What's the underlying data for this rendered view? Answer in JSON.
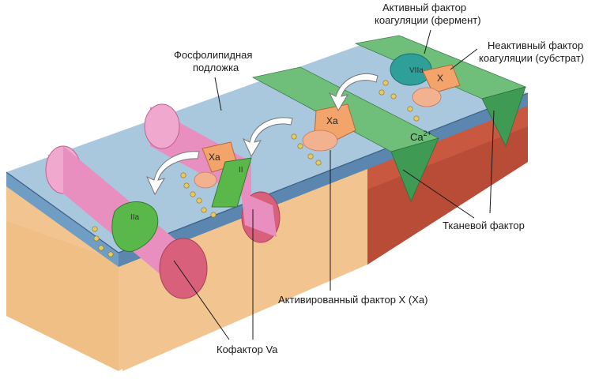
{
  "labels": {
    "phospholipid_line1": "Фосфолипидная",
    "phospholipid_line2": "подложка",
    "active_factor_line1": "Активный фактор",
    "active_factor_line2": "коагуляции (фермент)",
    "inactive_factor_line1": "Неактивный фактор",
    "inactive_factor_line2": "коагуляции (субстрат)",
    "tissue_factor": "Тканевой фактор",
    "activated_factor_x": "Активированный фактор X (Xa)",
    "cofactor_va": "Кофактор Va",
    "calcium": "Ca",
    "calcium_charge": "2+"
  },
  "molecules": {
    "viia": "VIIa",
    "x": "X",
    "xa_mid": "Xa",
    "xa_left": "Xa",
    "ii": "II",
    "iia": "IIa"
  },
  "colors": {
    "membrane_top": "#a9c8de",
    "membrane_front": "#6f9dc4",
    "membrane_side": "#5a86b0",
    "base_front": "#f2c48f",
    "base_side": "#d9a56a",
    "base_bottom_side": "#c8583f",
    "tissue_factor": "#6fbf7a",
    "tissue_factor_dark": "#3f9a53",
    "cofactor": "#e88fbf",
    "cofactor_end": "#d9607a",
    "factor_xa": "#f2a46a",
    "factor_viia": "#2f9f9a",
    "factor_ii": "#5ab84a",
    "lipid_bead": "#e8c860"
  }
}
